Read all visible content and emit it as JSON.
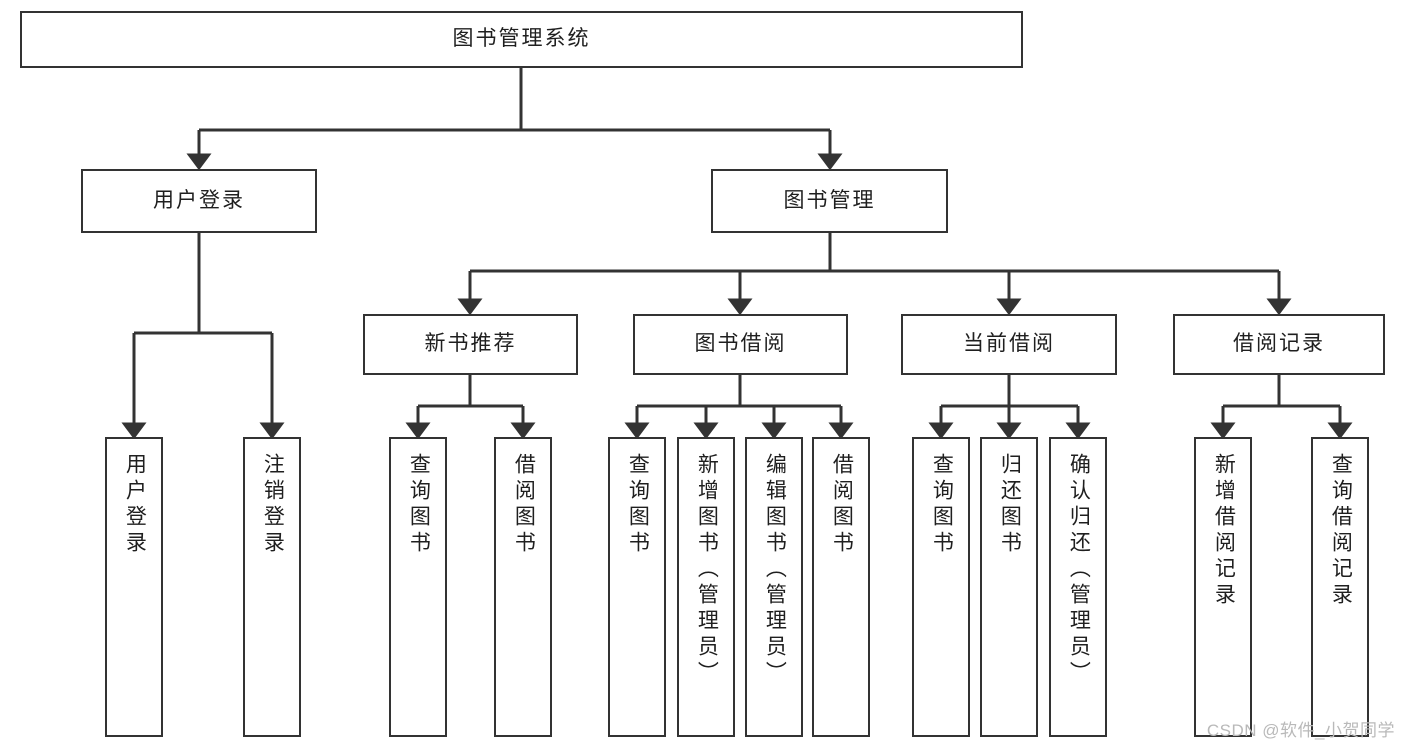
{
  "diagram": {
    "title": "图书管理系统",
    "type": "hierarchy-tree",
    "watermark": "CSDN @软件_小贺同学",
    "colors": {
      "box_border": "#333333",
      "box_fill": "#ffffff",
      "edge": "#333333",
      "text": "#1f1f1f",
      "watermark": "#b9b9b9"
    },
    "nodes": {
      "root": {
        "label": "图书管理系统"
      },
      "level2": [
        {
          "id": "user-login",
          "label": "用户登录"
        },
        {
          "id": "book-manage",
          "label": "图书管理"
        }
      ],
      "level3": [
        {
          "id": "new-book-recommend",
          "label": "新书推荐"
        },
        {
          "id": "book-borrow",
          "label": "图书借阅"
        },
        {
          "id": "current-borrow",
          "label": "当前借阅"
        },
        {
          "id": "borrow-record",
          "label": "借阅记录"
        }
      ],
      "leaves": {
        "user_login": [
          {
            "id": "leaf-user-login",
            "label": "用户登录"
          },
          {
            "id": "leaf-logout-login",
            "label": "注销登录"
          }
        ],
        "new_book_recommend": [
          {
            "id": "leaf-query-book-1",
            "label": "查询图书"
          },
          {
            "id": "leaf-borrow-book-1",
            "label": "借阅图书"
          }
        ],
        "book_borrow": [
          {
            "id": "leaf-query-book-2",
            "label": "查询图书"
          },
          {
            "id": "leaf-add-book-admin",
            "label": "新增图书（管理员）"
          },
          {
            "id": "leaf-edit-book-admin",
            "label": "编辑图书（管理员）"
          },
          {
            "id": "leaf-borrow-book-2",
            "label": "借阅图书"
          }
        ],
        "current_borrow": [
          {
            "id": "leaf-query-book-3",
            "label": "查询图书"
          },
          {
            "id": "leaf-return-book",
            "label": "归还图书"
          },
          {
            "id": "leaf-confirm-return-admin",
            "label": "确认归还（管理员）"
          }
        ],
        "borrow_record": [
          {
            "id": "leaf-add-borrow-record",
            "label": "新增借阅记录"
          },
          {
            "id": "leaf-query-borrow-record",
            "label": "查询借阅记录"
          }
        ]
      }
    }
  }
}
